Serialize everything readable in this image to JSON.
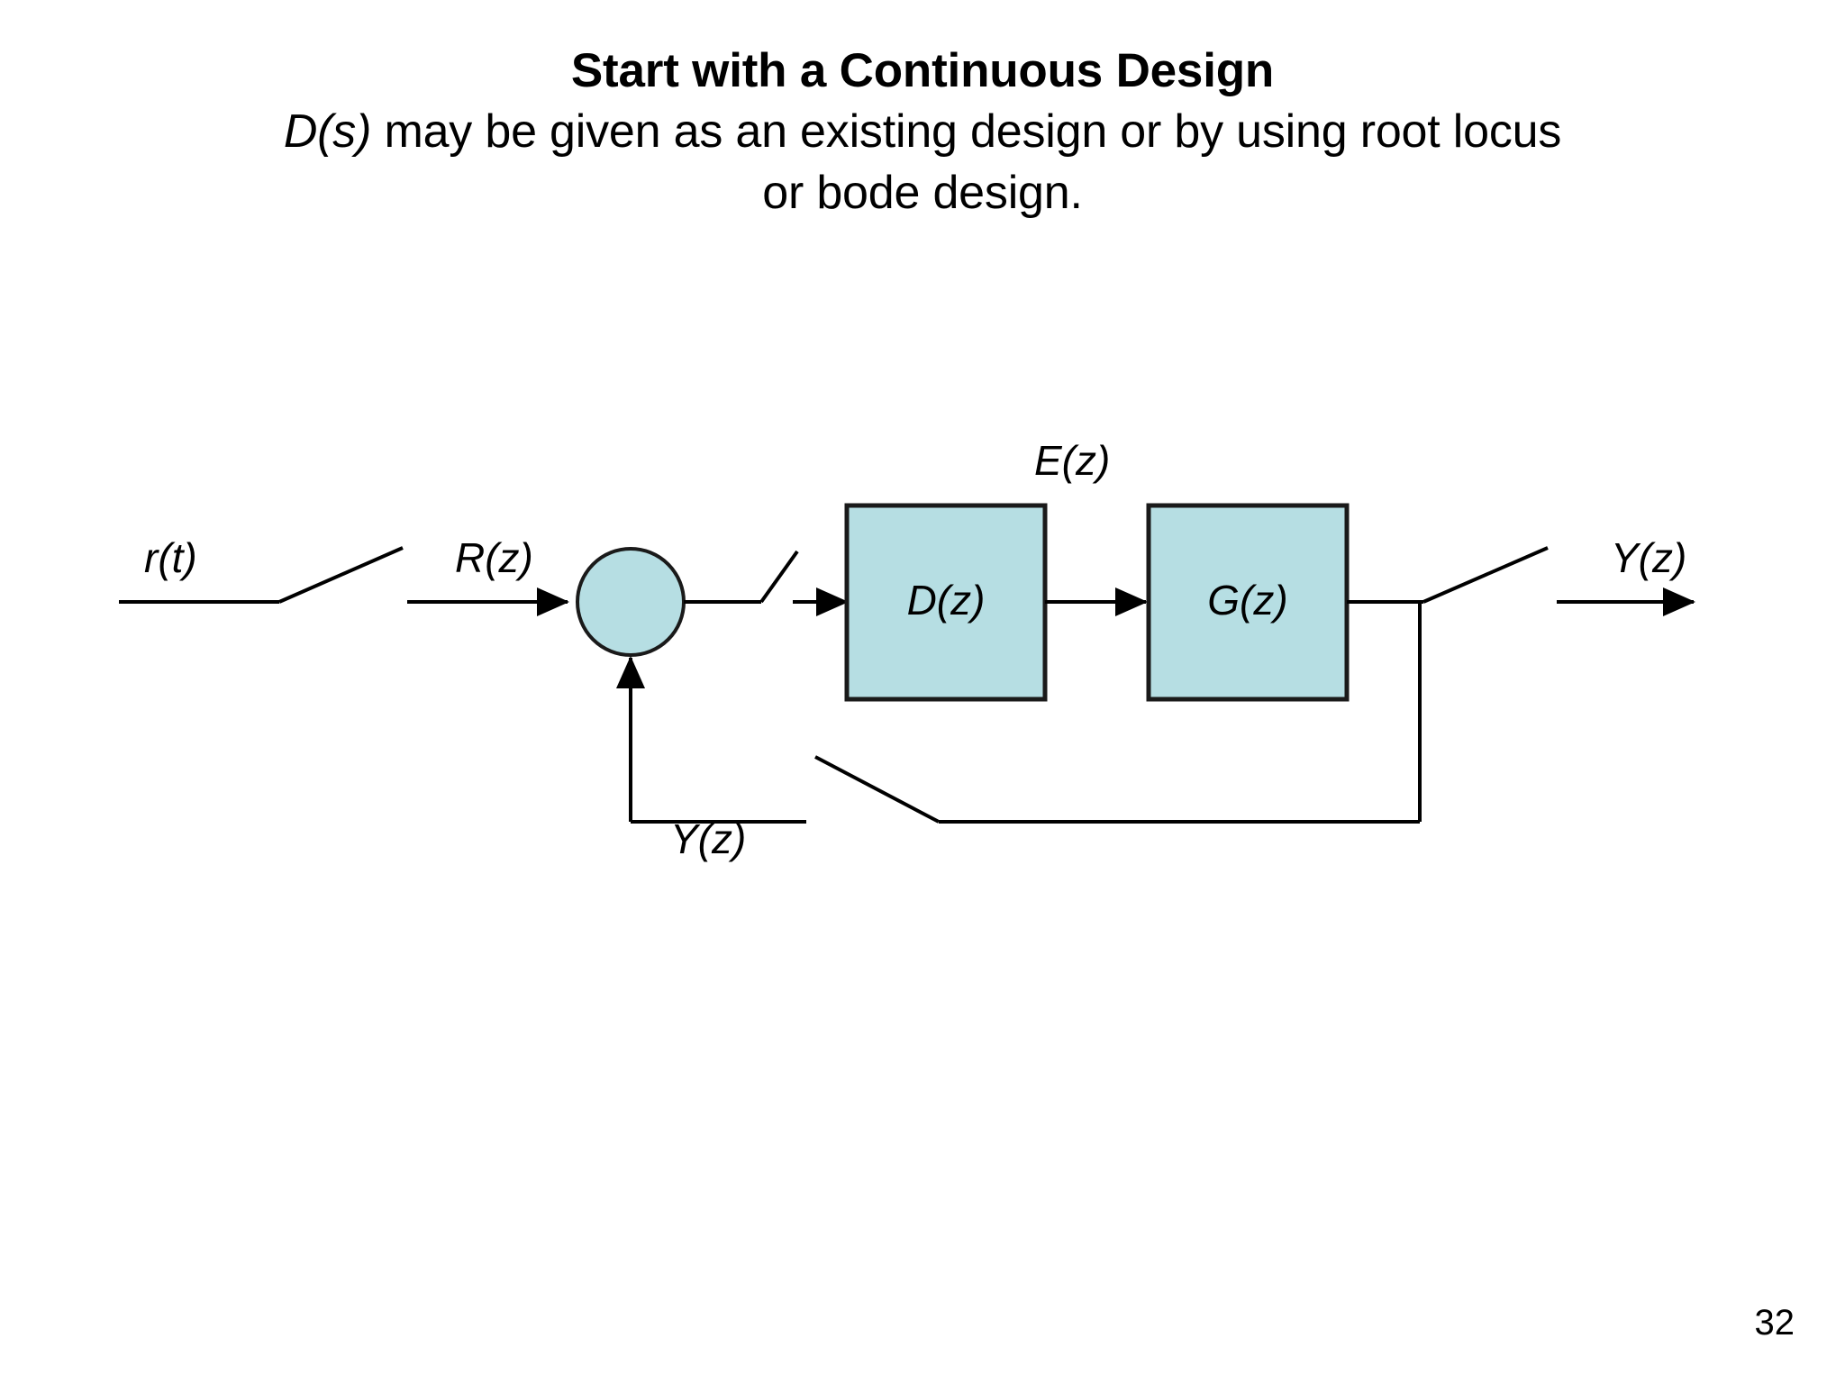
{
  "slide": {
    "title": "Start with a Continuous Design",
    "subtitle_prefix_italic": "D(s)",
    "subtitle_rest": " may be given as an existing design or by using root locus or bode design.",
    "subtitle_full": "D(s) may be given as an existing design or by using root locus or bode design.",
    "page_number": "32"
  },
  "diagram": {
    "type": "block-diagram",
    "description": "Discrete-time unity feedback control loop with samplers",
    "colors": {
      "block_fill": "#b6dee3",
      "block_stroke": "#1a1a1a",
      "line": "#000000",
      "background": "#ffffff"
    },
    "blocks": [
      {
        "id": "controller",
        "label": "D(z)"
      },
      {
        "id": "plant",
        "label": "G(z)"
      }
    ],
    "summing_junction": {
      "id": "sum",
      "label": ""
    },
    "signal_labels": {
      "input_continuous": "r(t)",
      "input_sampled": "R(z)",
      "error": "E(z)",
      "output": "Y(z)",
      "feedback": "Y(z)"
    },
    "samplers": [
      {
        "id": "sampler-input",
        "name": "input-sampler"
      },
      {
        "id": "sampler-error",
        "name": "error-sampler"
      },
      {
        "id": "sampler-output",
        "name": "output-sampler"
      },
      {
        "id": "sampler-feedback",
        "name": "feedback-sampler"
      }
    ]
  }
}
